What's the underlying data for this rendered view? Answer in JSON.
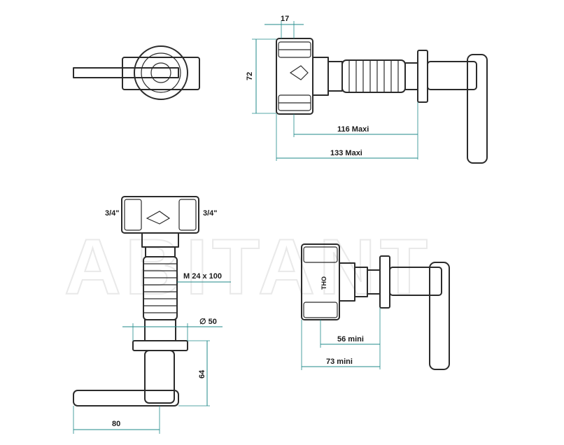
{
  "watermark": "ABITANT",
  "dimensions": {
    "d17": "17",
    "d72": "72",
    "d116": "116 Maxi",
    "d133": "133 Maxi",
    "thread_left": "3/4\"",
    "thread_right": "3/4\"",
    "m24": "M 24 x 100",
    "dia50": "∅ 50",
    "d64": "64",
    "d80": "80",
    "d56": "56 mini",
    "d73": "73 mini"
  },
  "marking": "THO"
}
